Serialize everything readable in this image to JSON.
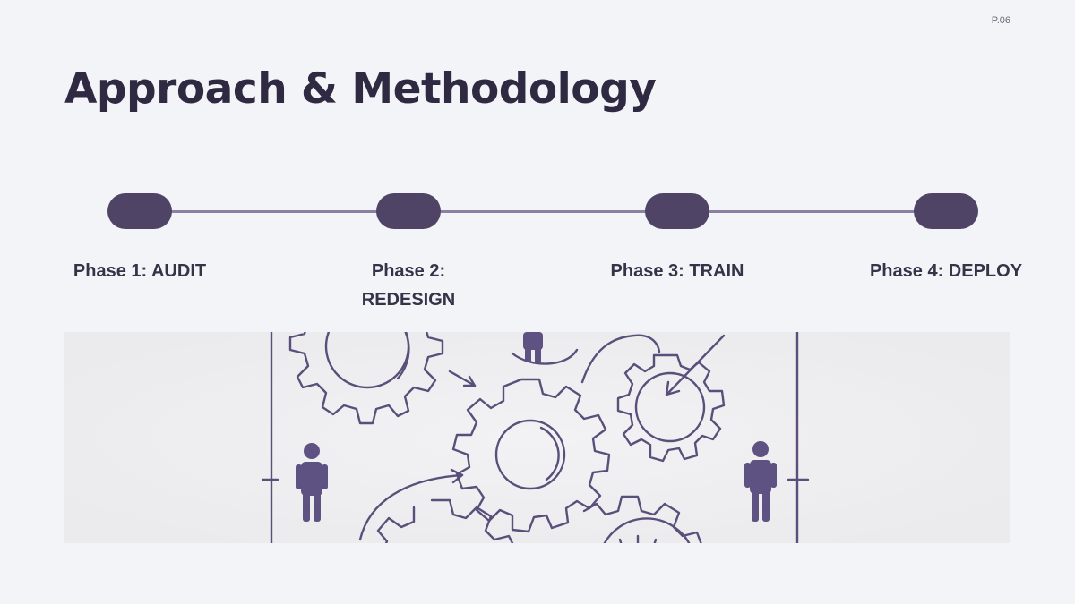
{
  "slide": {
    "page_number": "P.06",
    "title": "Approach & Methodology"
  },
  "timeline": {
    "phases": [
      {
        "label": "Phase 1: AUDIT"
      },
      {
        "label": "Phase 2: REDESIGN"
      },
      {
        "label": "Phase 3: TRAIN"
      },
      {
        "label": "Phase 4: DEPLOY"
      }
    ]
  },
  "illustration": {
    "subject": "gears-and-people-sketch",
    "colors": {
      "stroke": "#5a4f7a",
      "figure": "#5e5282",
      "background": "#efeff1"
    }
  }
}
